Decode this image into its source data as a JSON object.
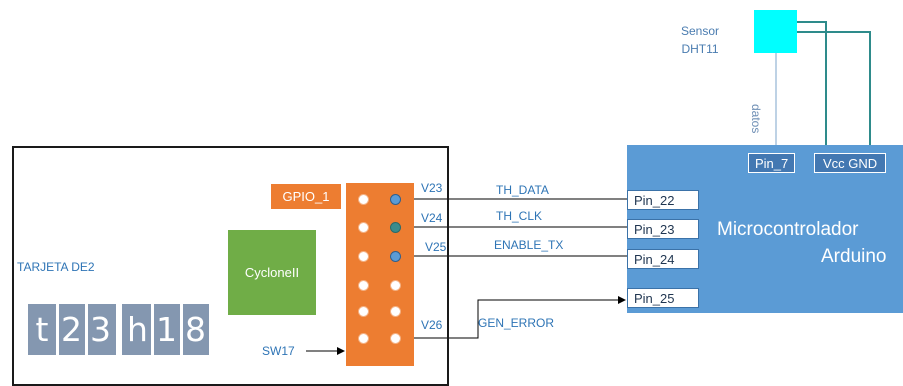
{
  "sensor": {
    "line1": "Sensor",
    "line2": "DHT11"
  },
  "sensor_wire_label": "datos",
  "microcontroller": {
    "title_line1": "Microcontrolador",
    "title_line2": "Arduino",
    "top_pins": [
      "Pin_7",
      "Vcc GND"
    ],
    "pins": [
      "Pin_22",
      "Pin_23",
      "Pin_24",
      "Pin_25"
    ]
  },
  "board": {
    "label": "TARJETA DE2",
    "gpio_label": "GPIO_1",
    "chip_label": "CycloneII",
    "display_chars": [
      "t",
      "2",
      "3",
      "h",
      "1",
      "8"
    ],
    "switch_label": "SW17"
  },
  "gpio_pins": [
    "V23",
    "V24",
    "V25",
    "V26"
  ],
  "signals": [
    "TH_DATA",
    "TH_CLK",
    "ENABLE_TX",
    "GEN_ERROR"
  ],
  "colors": {
    "fpga_header": "#ed7d31",
    "microcontroller": "#5b9bd5",
    "chip": "#70ad47",
    "sensor": "#00ffff",
    "wire_teal": "#2e8b8b",
    "display": "#8497b0"
  }
}
